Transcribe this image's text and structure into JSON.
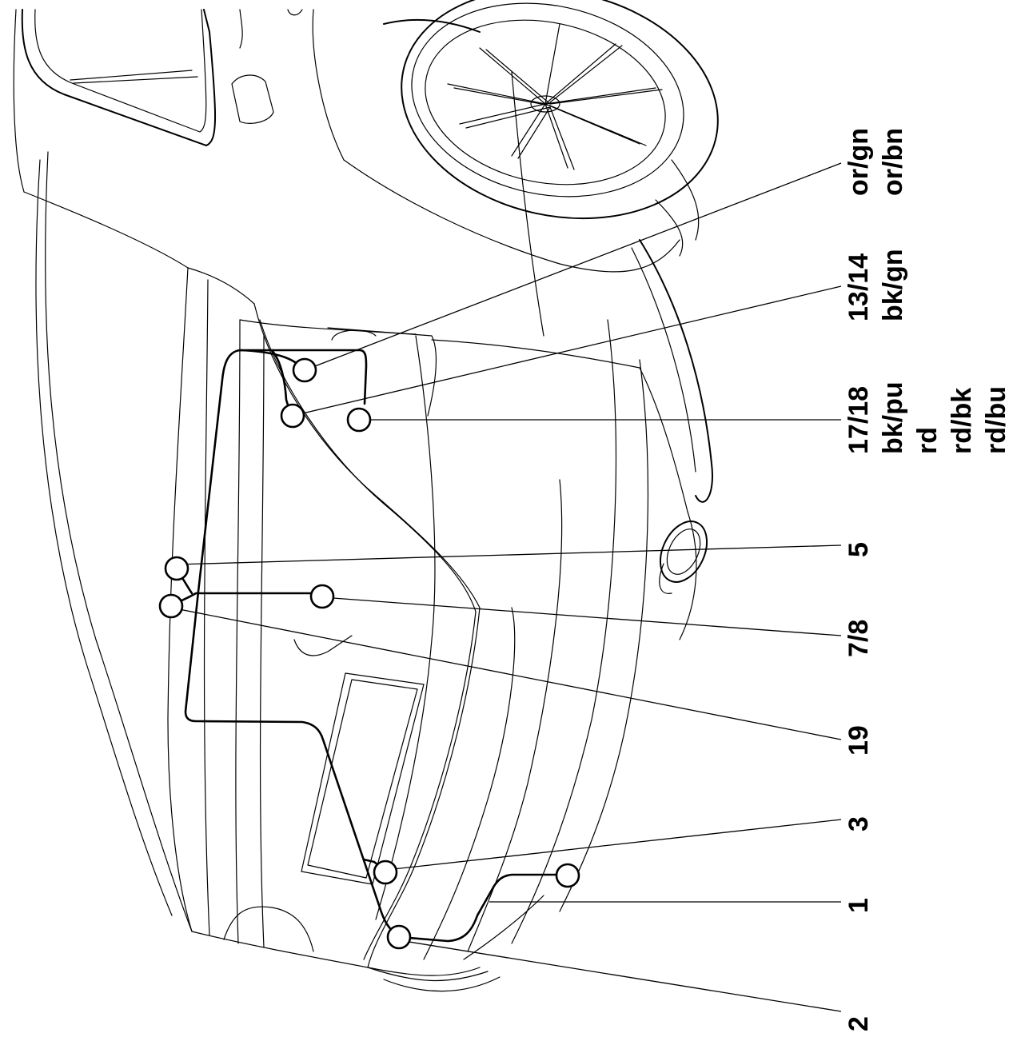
{
  "labels": {
    "connector_2": "2",
    "connector_1": "1",
    "connector_3": "3",
    "connector_19": "19",
    "connector_7_8": "7/8",
    "connector_5": "5",
    "group_17_18": [
      "17/18",
      "bk/pu",
      "rd",
      "rd/bk",
      "rd/bu"
    ],
    "group_13_14": [
      "13/14",
      "bk/gn"
    ],
    "group_or": [
      "or/gn",
      "or/bn"
    ]
  }
}
